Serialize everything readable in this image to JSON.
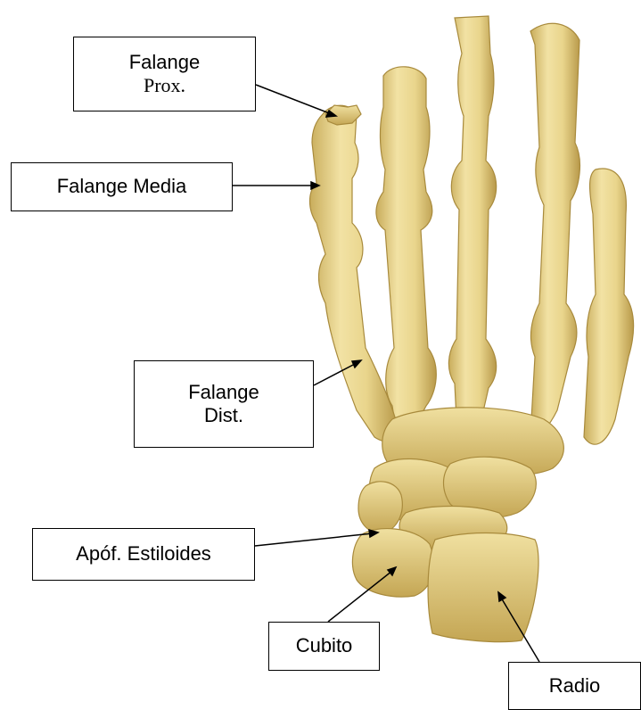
{
  "labels": {
    "falange_prox": {
      "line1": "Falange",
      "line2": "Prox."
    },
    "falange_media": {
      "text": "Falange Media"
    },
    "falange_dist": {
      "line1": "Falange",
      "line2": "Dist."
    },
    "apof_estiloides": {
      "text": "Apóf. Estiloides"
    },
    "cubito": {
      "text": "Cubito"
    },
    "radio": {
      "text": "Radio"
    }
  },
  "colors": {
    "bone_fill": "#e9d58c",
    "bone_shade": "#c9ad5c",
    "bone_highlight": "#f6e8b0",
    "outline": "#a88a3c",
    "background": "#ffffff",
    "text": "#000000"
  }
}
